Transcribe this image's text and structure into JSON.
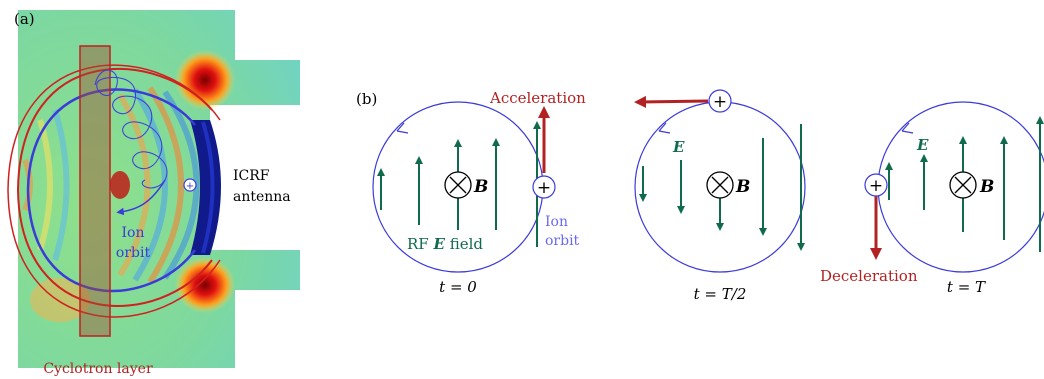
{
  "panel_a": {
    "label": "(a)",
    "antenna_label": [
      "ICRF",
      "antenna"
    ],
    "orbit_label": [
      "Ion",
      "orbit"
    ],
    "layer_label": "Cyclotron layer",
    "ion_symbol": "+"
  },
  "panel_b": {
    "label": "(b)",
    "field_label": {
      "prefix": "RF ",
      "symbol": "E",
      "suffix": " field"
    },
    "b_symbol": "B",
    "e_symbol": "E",
    "orbit_label": [
      "Ion",
      "orbit"
    ],
    "ion_symbol": "+",
    "frames": [
      {
        "time_label": "t = 0",
        "event_label": "Acceleration"
      },
      {
        "time_label": "t = T/2",
        "event_label": ""
      },
      {
        "time_label": "t = T",
        "event_label": "Deceleration"
      }
    ]
  },
  "colors": {
    "orbit_blue": "#3b3bd9",
    "field_green": "#0f6b4a",
    "label_red": "#b22222",
    "orbit_text_blue": "#6a6af0"
  }
}
